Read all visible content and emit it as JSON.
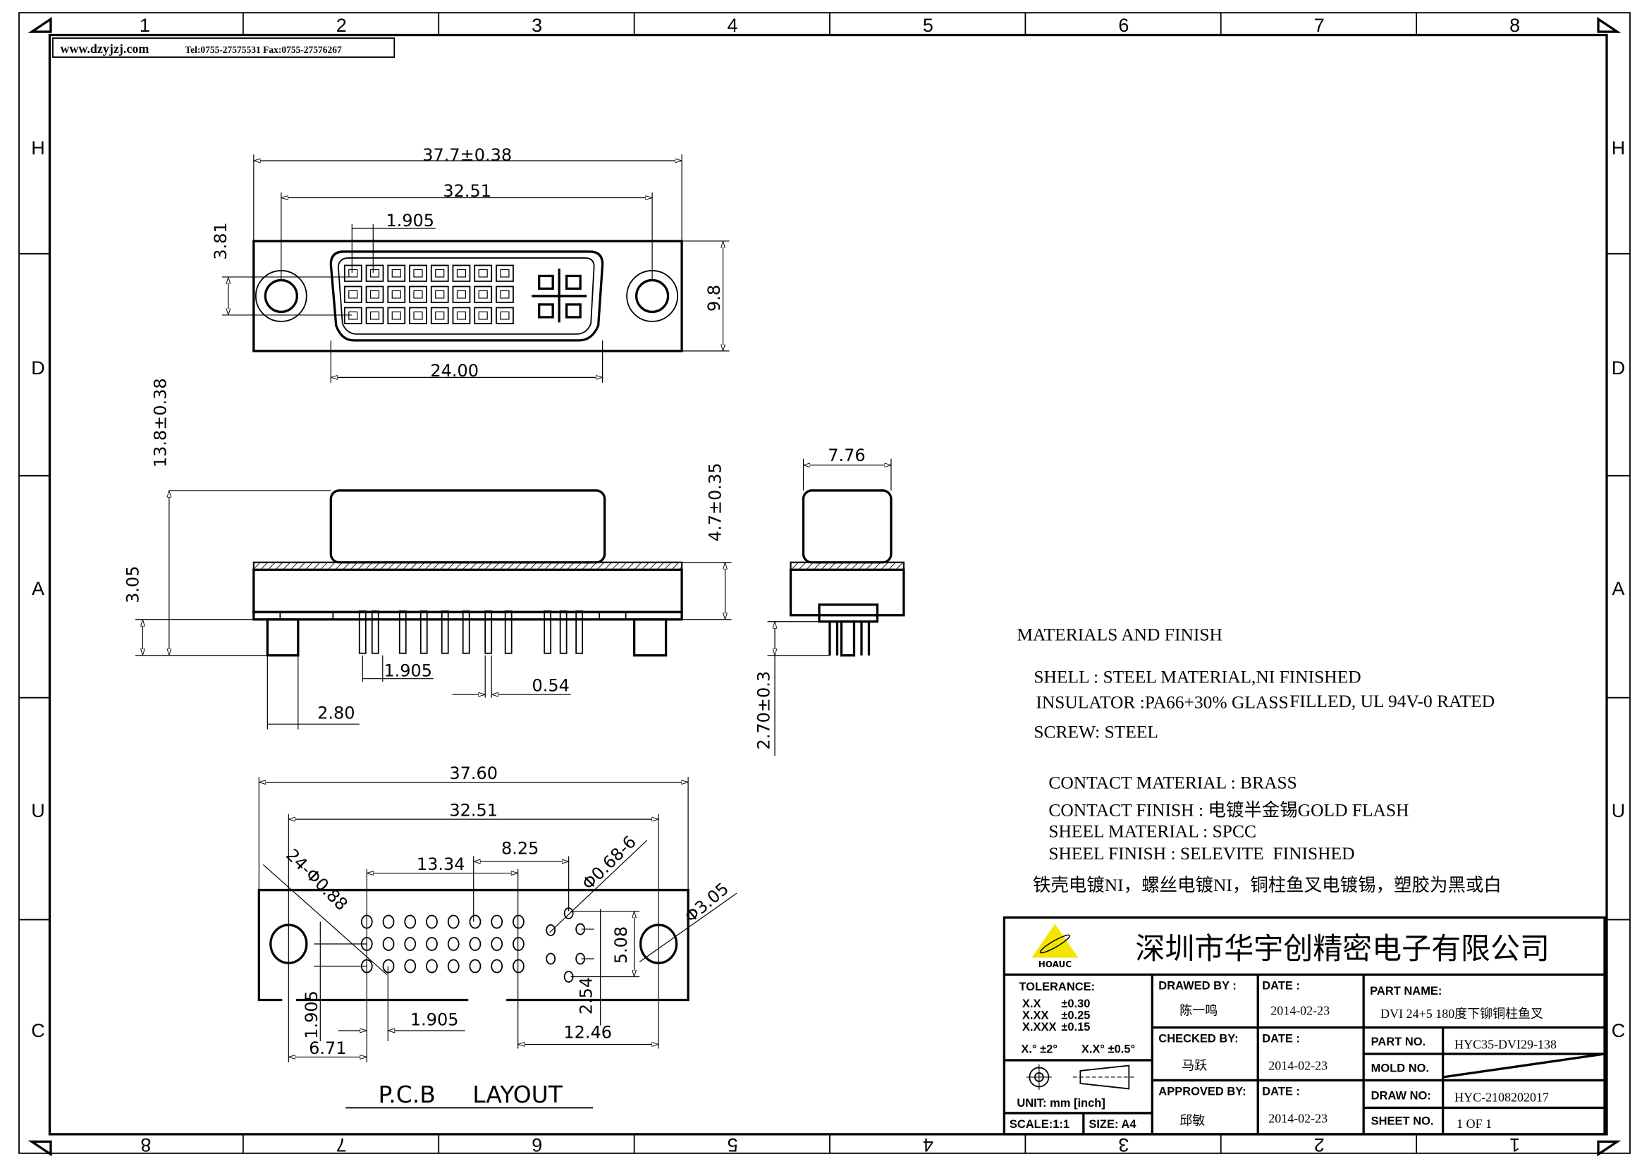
{
  "frame": {
    "columns_top": [
      "1",
      "2",
      "3",
      "4",
      "5",
      "6",
      "7",
      "8"
    ],
    "columns_bottom": [
      "8",
      "7",
      "6",
      "5",
      "4",
      "3",
      "2",
      "1"
    ],
    "rows": [
      "H",
      "D",
      "A",
      "U",
      "C"
    ]
  },
  "header_strip": {
    "website": "www.dzyjzj.com",
    "contact": "Tel:0755-27575531  Fax:0755-27576267"
  },
  "front_view": {
    "overall_width": "37.7±0.38",
    "screw_pitch": "32.51",
    "pin_pitch": "1.905",
    "row_span": "3.81",
    "height": "9.8",
    "insulator_width": "24.00"
  },
  "side_view": {
    "total_height": "13.8±0.38",
    "flange_to_post": "3.05",
    "housing_height": "4.7±0.35",
    "pin_pitch": "1.905",
    "pin_width": "0.54",
    "post_width": "2.80"
  },
  "end_view": {
    "housing_width": "7.76",
    "pin_length": "2.70±0.3"
  },
  "pcb_layout": {
    "title": "P.C.B     LAYOUT",
    "overall_width": "37.60",
    "hole_pitch": "32.51",
    "span_13": "13.34",
    "span_8": "8.25",
    "signal_holes": "24-Φ0.88",
    "analog_holes": "Φ0.68-6",
    "mount_hole": "Φ3.05",
    "analog_span": "5.08",
    "analog_pitch": "2.54",
    "pitch_x": "1.905",
    "pitch_y": "1.905",
    "offset_left": "6.71",
    "offset_right": "12.46"
  },
  "materials": {
    "title": "MATERIALS AND FINISH",
    "shell": "SHELL : STEEL MATERIAL,NI FINISHED",
    "insulator": "INSULATOR :PA66+30% GLASS",
    "insulator_tail": "FILLED, UL 94V-0 RATED",
    "screw": "SCREW: STEEL",
    "contact_material": "CONTACT MATERIAL : BRASS",
    "contact_finish": "CONTACT FINISH : 电镀半金锡GOLD FLASH",
    "sheel_material": "SHEEL MATERIAL : SPCC",
    "sheel_finish": "SHEEL FINISH : SELEVITE  FINISHED",
    "note_cn": "铁壳电镀NI，螺丝电镀NI，铜柱鱼叉电镀锡，塑胶为黑或白"
  },
  "title_block": {
    "company": "深圳市华宇创精密电子有限公司",
    "logo_text": "HOAUC",
    "logo_color": "#f5e400",
    "tolerance_label": "TOLERANCE:",
    "tolerances": [
      {
        "k": "X.X",
        "v": "±0.30"
      },
      {
        "k": "X.XX",
        "v": "±0.25"
      },
      {
        "k": "X.XXX",
        "v": "±0.15"
      }
    ],
    "angle_tol": "X.° ±2°",
    "angle_tol2": "X.X° ±0.5°",
    "unit": "UNIT:  mm  [inch]",
    "scale": "SCALE:1:1",
    "size": "SIZE: A4",
    "drawed_by_label": "DRAWED BY :",
    "drawed_by": "陈一鸣",
    "checked_by_label": "CHECKED BY:",
    "checked_by": "马跃",
    "approved_by_label": "APPROVED BY:",
    "approved_by": "邱敏",
    "date_label": "DATE :",
    "date_drawn": "2014-02-23",
    "date_checked": "2014-02-23",
    "date_approved": "2014-02-23",
    "part_name_label": "PART NAME:",
    "part_name": "DVI 24+5 180度下铆铜柱鱼叉",
    "part_no_label": "PART NO.",
    "part_no": "HYC35-DVI29-138",
    "mold_no_label": "MOLD NO.",
    "draw_no_label": "DRAW NO:",
    "draw_no": "HYC-2108202017",
    "sheet_no_label": "SHEET NO.",
    "sheet_no": "1 OF 1"
  }
}
